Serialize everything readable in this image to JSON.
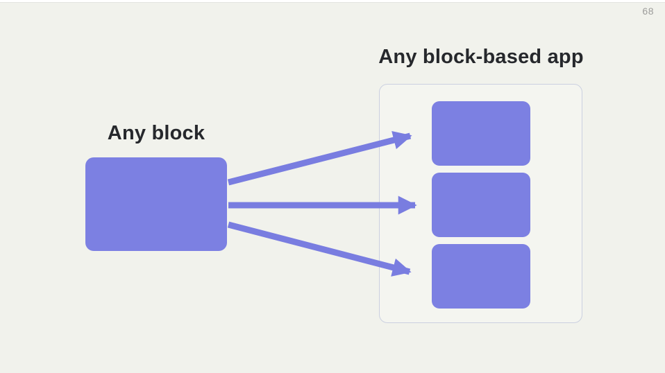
{
  "slide": {
    "page_number": "68"
  },
  "diagram": {
    "source_label": "Any block",
    "target_label": "Any block-based app",
    "target_blocks_count": 3,
    "colors": {
      "slide_bg": "#F1F2EC",
      "block_fill": "#7C80E2",
      "arrow": "#797DE0",
      "container_border": "#CBD0E0",
      "label_text": "#26282C",
      "page_number_text": "#9C9C9A"
    }
  }
}
